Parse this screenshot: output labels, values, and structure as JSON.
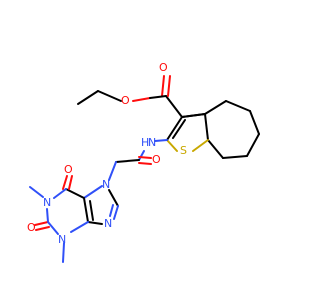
{
  "molecule": {
    "atom_labels": {
      "ester_carbonyl_o": "O",
      "ester_ether_o": "O",
      "amide_nh": "H",
      "amide_n": "N",
      "thiophene_s": "S",
      "amide_carbonyl_o": "O",
      "purine_c6_o": "O",
      "purine_c2_o": "O",
      "purine_n7": "N",
      "purine_n9": "N",
      "purine_n1": "N",
      "purine_n3": "N"
    },
    "colors": {
      "carbon": "#000000",
      "oxygen": "#ff0d0d",
      "nitrogen": "#3050f8",
      "sulfur": "#c8a800"
    }
  }
}
